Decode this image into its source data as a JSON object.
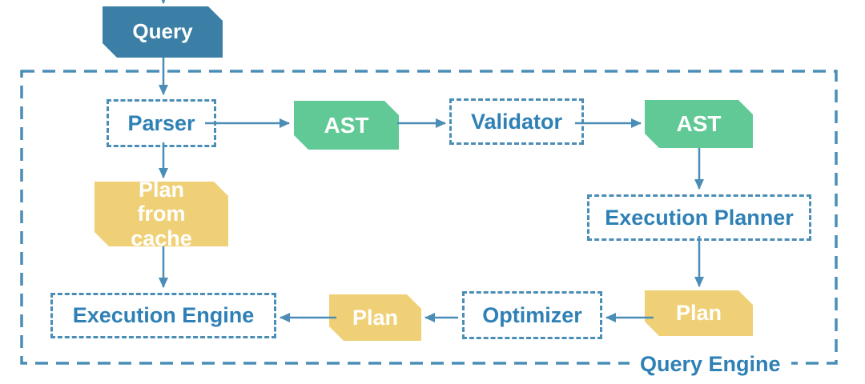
{
  "diagram": {
    "container": {
      "label": "Query Engine"
    },
    "colors": {
      "node_blue": "#3b7fa7",
      "node_green": "#61c996",
      "node_yellow": "#f0d076",
      "line_and_border": "#4a8db6",
      "label_text_blue": "#2e80b5",
      "text_on_filled": "#ffffff",
      "background": "#ffffff"
    },
    "nodes": {
      "query": {
        "label": "Query",
        "type": "filled",
        "color": "#3b7fa7"
      },
      "parser": {
        "label": "Parser",
        "type": "dashed"
      },
      "ast1": {
        "label": "AST",
        "type": "filled",
        "color": "#61c996"
      },
      "validator": {
        "label": "Validator",
        "type": "dashed"
      },
      "ast2": {
        "label": "AST",
        "type": "filled",
        "color": "#61c996"
      },
      "execution_planner": {
        "label": "Execution Planner",
        "type": "dashed"
      },
      "plan_right": {
        "label": "Plan",
        "type": "filled",
        "color": "#f0d076"
      },
      "optimizer": {
        "label": "Optimizer",
        "type": "dashed"
      },
      "plan_left": {
        "label": "Plan",
        "type": "filled",
        "color": "#f0d076"
      },
      "plan_from_cache": {
        "label": "Plan from cache",
        "type": "filled",
        "color": "#f0d076"
      },
      "execution_engine": {
        "label": "Execution Engine",
        "type": "dashed"
      }
    },
    "edges": [
      {
        "from": "input",
        "to": "query"
      },
      {
        "from": "query",
        "to": "parser"
      },
      {
        "from": "parser",
        "to": "ast1"
      },
      {
        "from": "ast1",
        "to": "validator"
      },
      {
        "from": "validator",
        "to": "ast2"
      },
      {
        "from": "ast2",
        "to": "execution_planner"
      },
      {
        "from": "execution_planner",
        "to": "plan_right"
      },
      {
        "from": "plan_right",
        "to": "optimizer"
      },
      {
        "from": "optimizer",
        "to": "plan_left"
      },
      {
        "from": "plan_left",
        "to": "execution_engine"
      },
      {
        "from": "parser",
        "to": "plan_from_cache"
      },
      {
        "from": "plan_from_cache",
        "to": "execution_engine"
      }
    ]
  }
}
